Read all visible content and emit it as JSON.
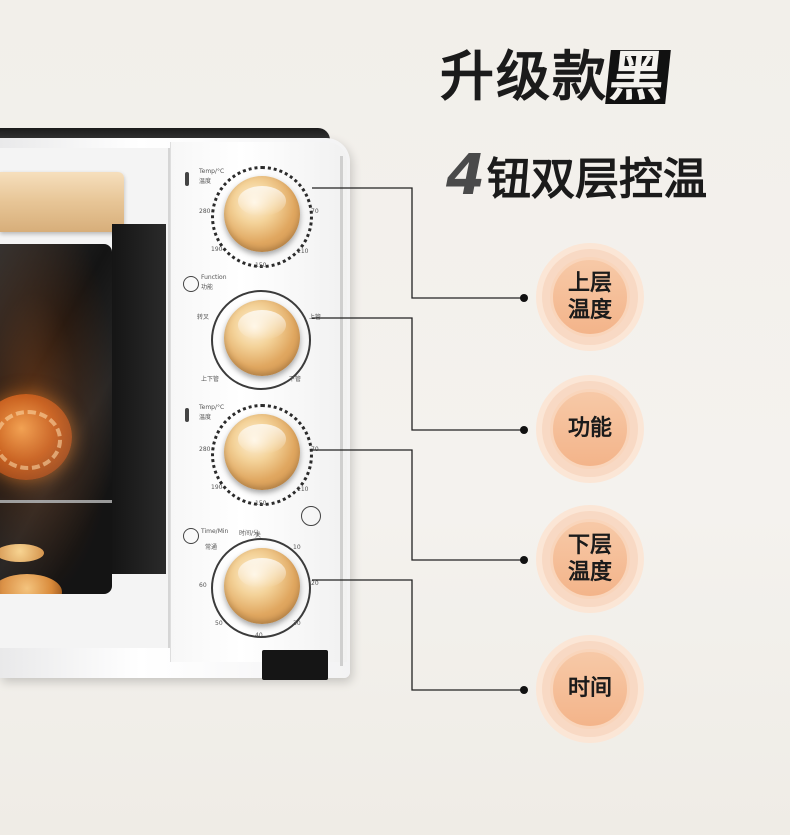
{
  "headline": {
    "prefix": "升级款",
    "highlight": "黑"
  },
  "subhead": {
    "number": "4",
    "text": "钮双层控温"
  },
  "callouts": [
    {
      "label": "上层\n温度"
    },
    {
      "label": "功能"
    },
    {
      "label": "下层\n温度"
    },
    {
      "label": "时间"
    }
  ],
  "panel": {
    "knob1": {
      "label_en": "Temp/°C",
      "label_cn": "温度",
      "ticks": [
        "280",
        "190",
        "150",
        "70",
        "110"
      ]
    },
    "knob2": {
      "label_en": "Function",
      "label_cn": "功能",
      "ticks": [
        "转叉",
        "上管",
        "上下管",
        "下管"
      ]
    },
    "knob3": {
      "label_en": "Temp/°C",
      "label_cn": "温度",
      "ticks": [
        "280",
        "190",
        "150",
        "70",
        "110"
      ]
    },
    "knob4": {
      "label_en": "Time/Min",
      "label_cn": "时间/分",
      "ticks": [
        "常通",
        "关",
        "10",
        "20",
        "30",
        "40",
        "50",
        "60"
      ]
    }
  },
  "colors": {
    "badge_fill": "#f3b48a",
    "badge_halo": "#fbe6d6",
    "knob_gold": "#e0a760",
    "text_dark": "#1b1b1b"
  }
}
